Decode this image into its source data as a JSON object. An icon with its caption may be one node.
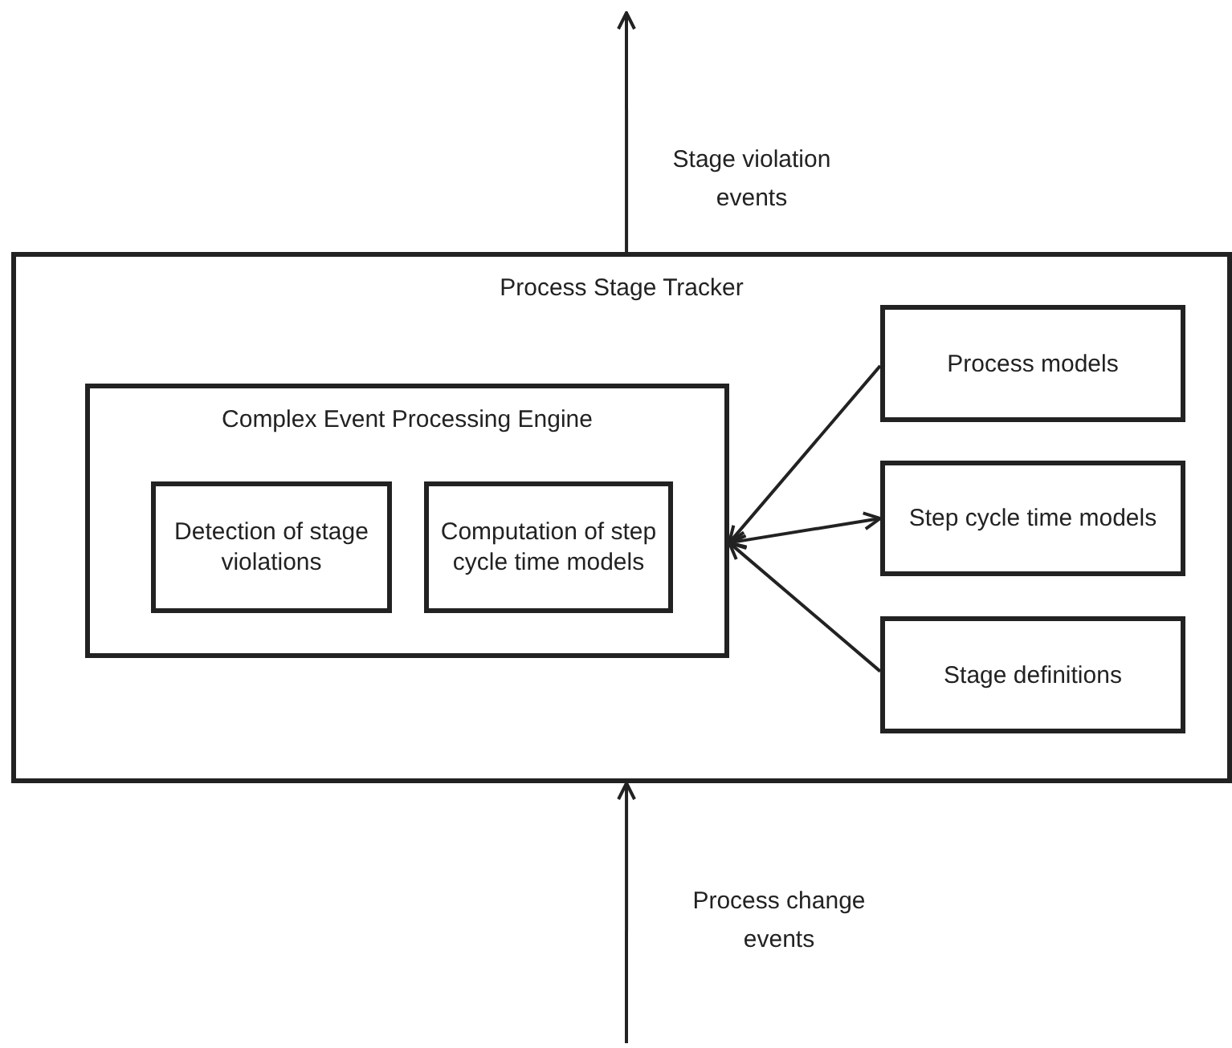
{
  "diagram": {
    "nodes": [
      {
        "text": [
          "Process Stage Tracker"
        ]
      },
      {
        "text": [
          "Complex Event Processing Engine"
        ],
        "in": 0
      },
      {
        "text": [
          "Detection of stage violations"
        ],
        "in": 1
      },
      {
        "text": [
          "Computation of step cycle time models"
        ],
        "in": 1
      },
      {
        "text": [
          "Process models"
        ],
        "in": 0
      },
      {
        "text": [
          "Step cycle time models"
        ],
        "in": 0
      },
      {
        "text": [
          "Stage definitions"
        ],
        "in": 0
      }
    ],
    "edges": [
      {
        "from": 4,
        "to": 1,
        "arrow": "to"
      },
      {
        "from": 1,
        "to": 5,
        "arrow": "both"
      },
      {
        "from": 6,
        "to": 1,
        "arrow": "to"
      },
      {
        "from": 0,
        "to": null,
        "arrow": "to",
        "label": "Stage violation events"
      },
      {
        "from": null,
        "to": 0,
        "arrow": "to",
        "label": "Process change events"
      }
    ]
  }
}
